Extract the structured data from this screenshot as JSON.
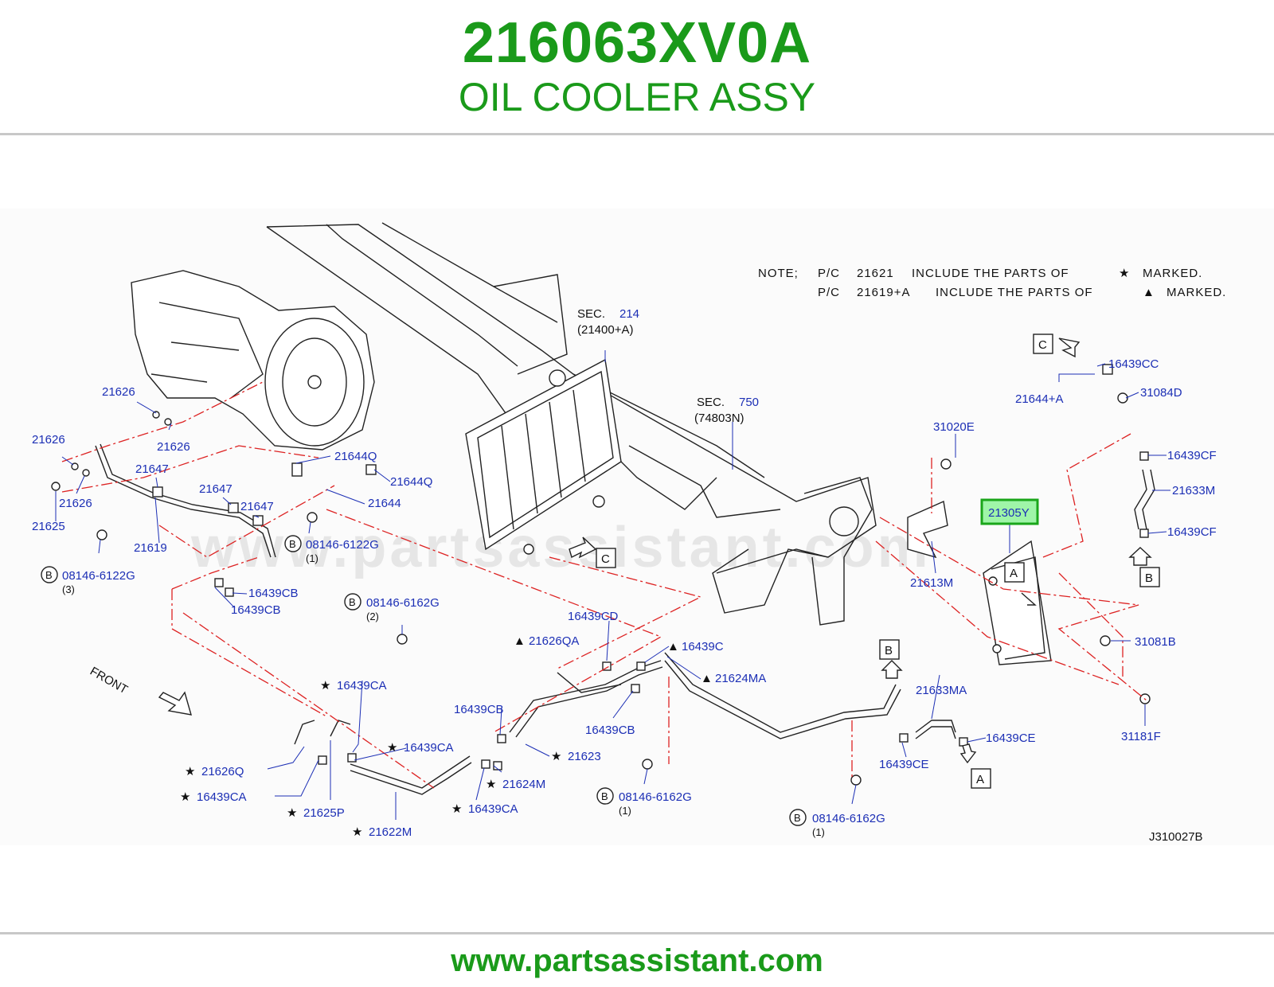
{
  "header": {
    "part_number": "216063XV0A",
    "part_name": "OIL COOLER ASSY"
  },
  "footer": {
    "url": "www.partsassistant.com"
  },
  "diagram": {
    "watermark": "www.partsassistant.com",
    "drawing_code": "J310027B",
    "front_label": "FRONT",
    "note": {
      "prefix": "NOTE;",
      "pc": "P/C",
      "line1_part": "21621",
      "line1_text": "INCLUDE THE PARTS OF",
      "line1_symbol": "★",
      "line1_end": "MARKED.",
      "line2_part": "21619+A",
      "line2_text": "INCLUDE THE PARTS OF",
      "line2_symbol": "▲",
      "line2_end": "MARKED."
    },
    "sections": {
      "sec214_prefix": "SEC.",
      "sec214_num": "214",
      "sec214_sub": "(21400+A)",
      "sec750_prefix": "SEC.",
      "sec750_num": "750",
      "sec750_sub": "(74803N)"
    },
    "highlighted_part": "21305Y",
    "bolt_B": "B",
    "bolts": {
      "b1_part": "08146-6122G",
      "b1_qty": "(3)",
      "b2_part": "08146-6122G",
      "b2_qty": "(1)",
      "b3_part": "08146-6162G",
      "b3_qty": "(2)",
      "b4_part": "08146-6162G",
      "b4_qty": "(1)",
      "b5_part": "08146-6162G",
      "b5_qty": "(1)"
    },
    "boxes": {
      "c1": "C",
      "c2": "C",
      "a1": "A",
      "a2": "A",
      "b1": "B",
      "b2": "B"
    },
    "labels": {
      "l21626a": "21626",
      "l21626b": "21626",
      "l21626c": "21626",
      "l21626d": "21626",
      "l21625": "21625",
      "l21647a": "21647",
      "l21647b": "21647",
      "l21647c": "21647",
      "l21619": "21619",
      "l21644qa": "21644Q",
      "l21644qb": "21644Q",
      "l21644": "21644",
      "l16439cba": "16439CB",
      "l16439cbb": "16439CB",
      "l16439cbc": "16439CB",
      "l16439cbd": "16439CB",
      "l16439cd": "16439CD",
      "l21626qa": "21626QA",
      "l16439c": "16439C",
      "l21624ma": "21624MA",
      "l16439caa": "16439CA",
      "l16439cab": "16439CA",
      "l16439cac": "16439CA",
      "l16439cad": "16439CA",
      "l21626q": "21626Q",
      "l21625p": "21625P",
      "l21622m": "21622M",
      "l21624m": "21624M",
      "l21623": "21623",
      "l16439cc": "16439CC",
      "l31084d": "31084D",
      "l21644a": "21644+A",
      "l31020e": "31020E",
      "l16439cfa": "16439CF",
      "l16439cfb": "16439CF",
      "l21633m": "21633M",
      "l21613m": "21613M",
      "l31081b": "31081B",
      "l31181f": "31181F",
      "l21633ma": "21633MA",
      "l16439cea": "16439CE",
      "l16439ceb": "16439CE"
    },
    "stars": {
      "star": "★",
      "tri": "▲"
    }
  }
}
